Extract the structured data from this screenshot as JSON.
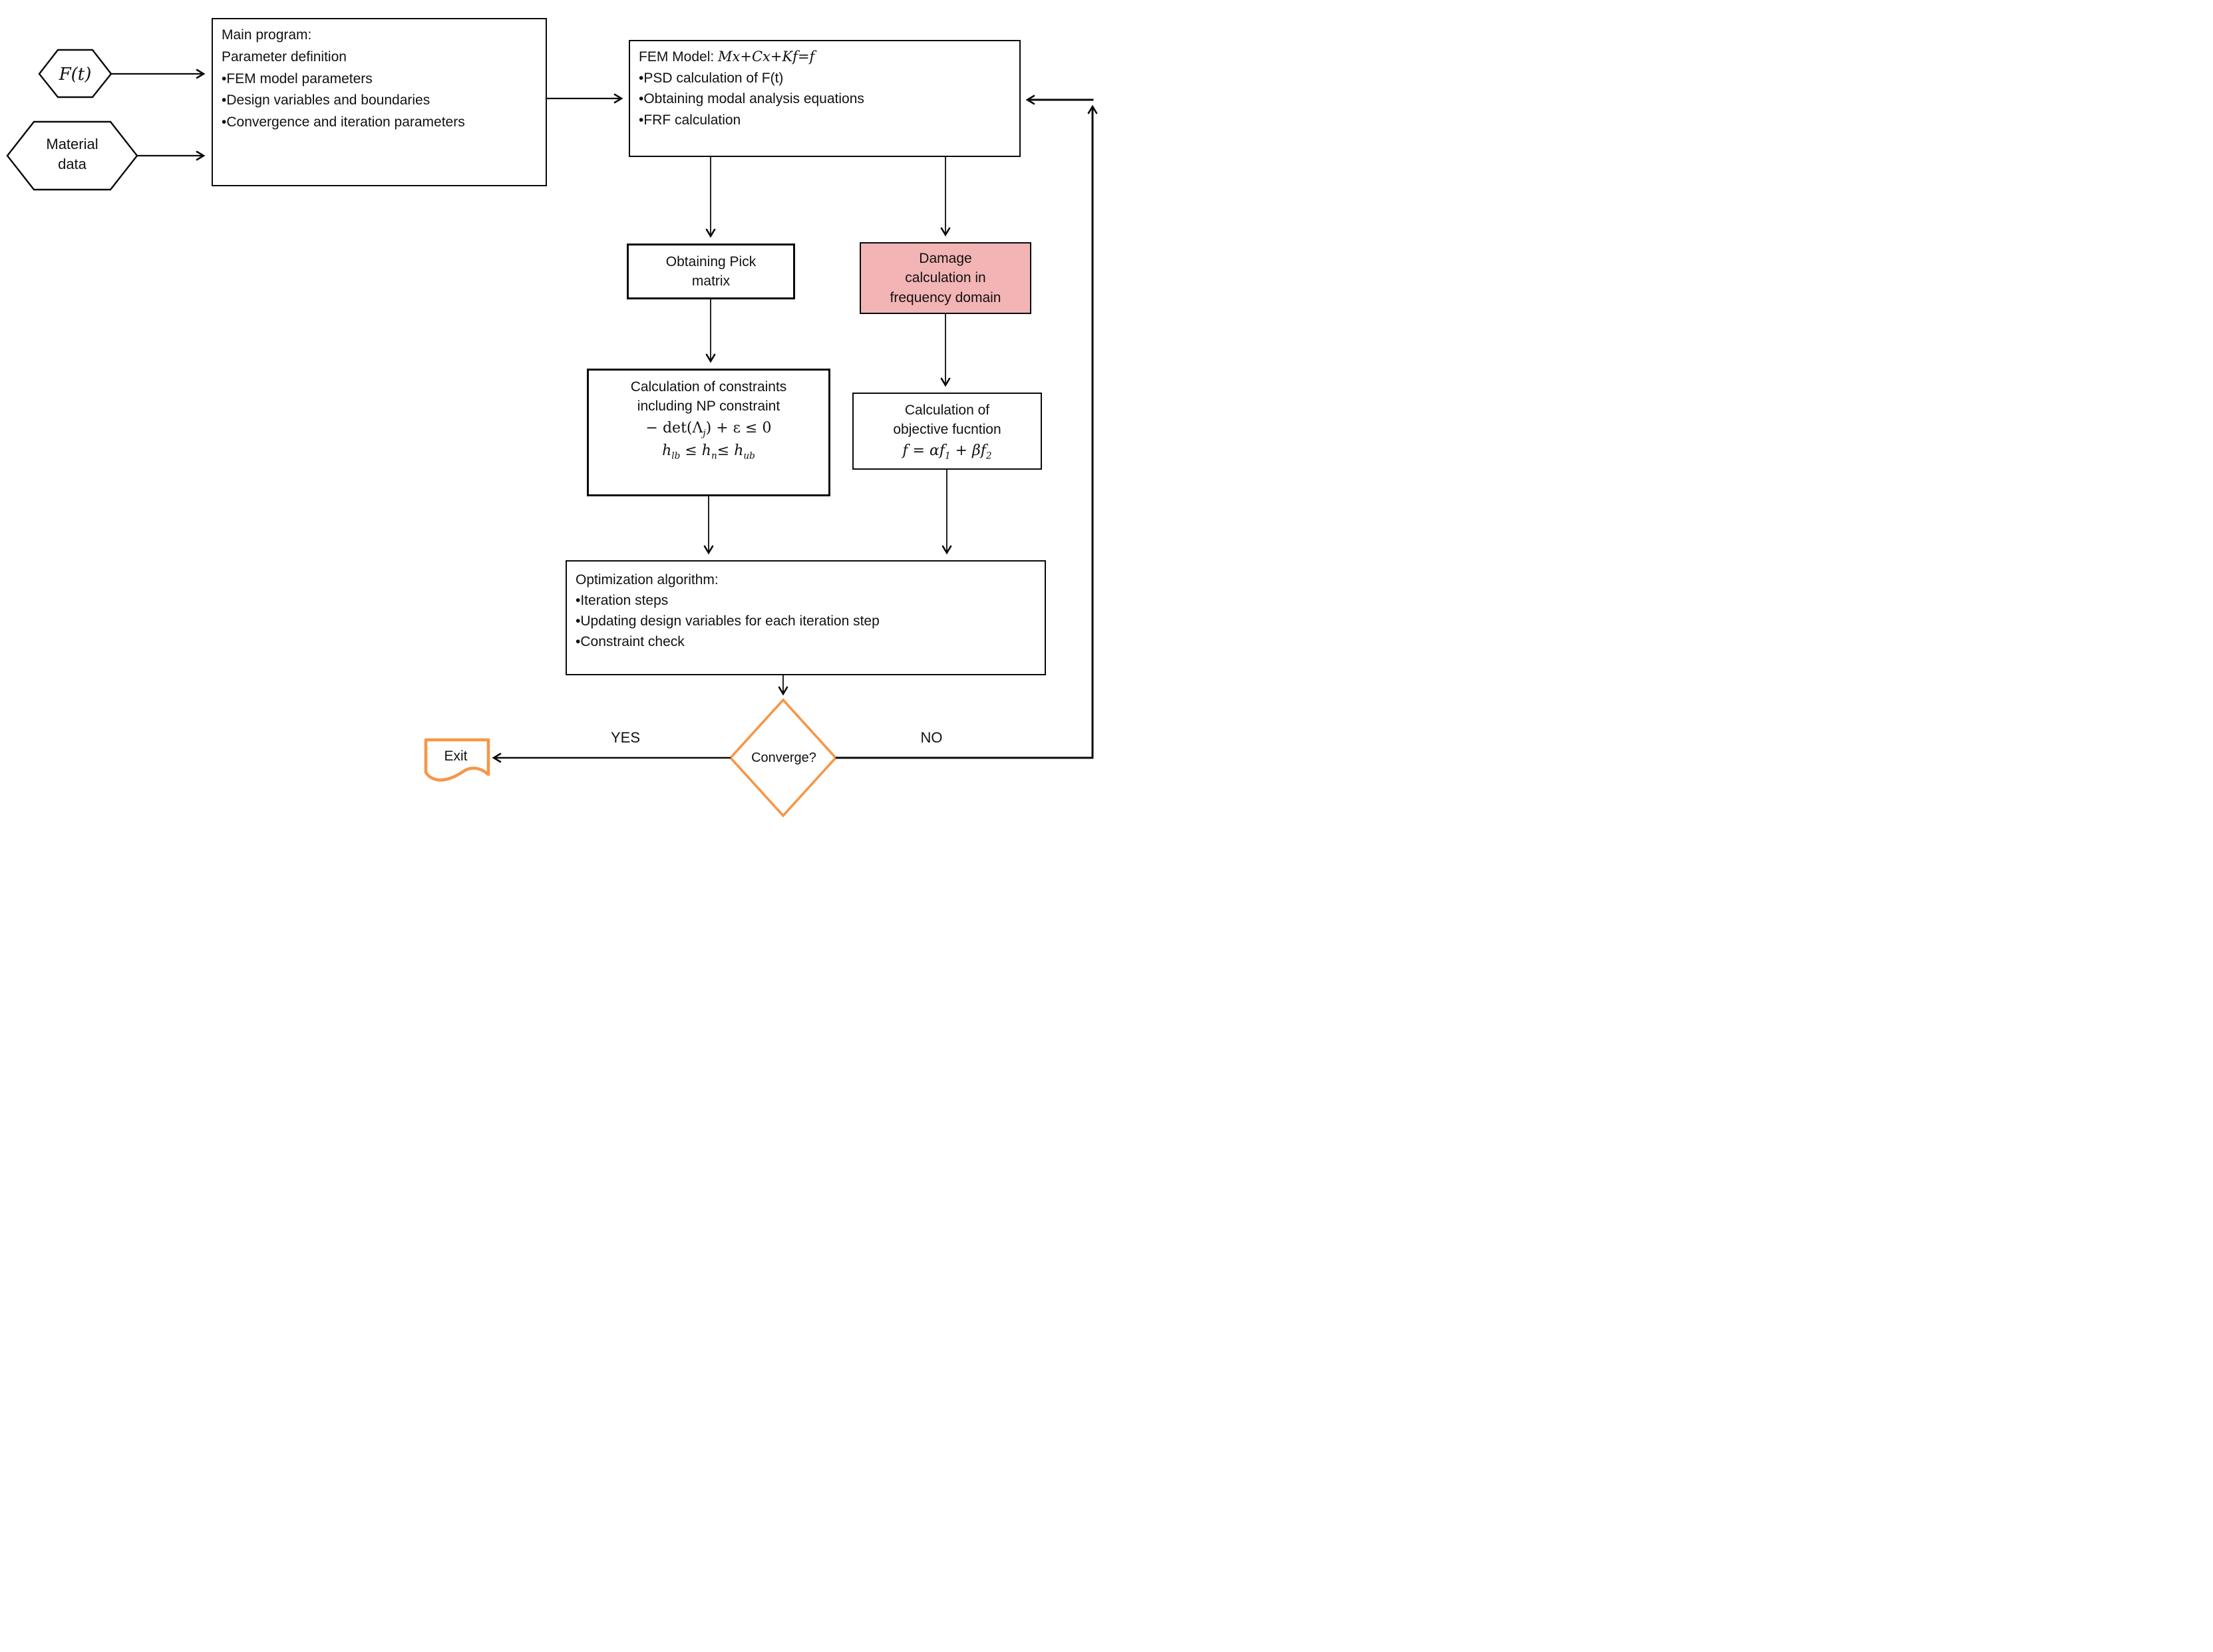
{
  "colors": {
    "accent_orange": "#F79646",
    "damage_pink": "#F2B4B4",
    "line_black": "#0a0a0a"
  },
  "ft_hexagon": {
    "label": "F(t)"
  },
  "material_hexagon": {
    "line1": "Material",
    "line2": "data"
  },
  "main_program": {
    "title": "Main program:",
    "subtitle": "Parameter definition",
    "bullets": [
      "•FEM model parameters",
      "•Design variables and boundaries",
      "•Convergence and iteration parameters"
    ]
  },
  "fem_model": {
    "title_prefix": "FEM Model: ",
    "title_math": "Mx+Cx+Kf=f",
    "bullets": [
      "•PSD calculation of F(t)",
      "•Obtaining modal analysis equations",
      "•FRF calculation"
    ]
  },
  "pick_matrix": {
    "line1": "Obtaining Pick",
    "line2": "matrix"
  },
  "damage": {
    "line1": "Damage",
    "line2": "calculation in",
    "line3": "frequency domain"
  },
  "constraints": {
    "line1": "Calculation of constraints",
    "line2": "including NP constraint",
    "eq1": {
      "pre": "− det(Λ",
      "sub": "j",
      "post": ") + ε ≤ 0"
    },
    "eq2": {
      "v1": "h",
      "s1": "lb",
      "m1": " ≤ h",
      "s2": "n",
      "m2": "≤ h",
      "s3": "ub"
    }
  },
  "objective": {
    "line1": "Calculation of",
    "line2": "objective fucntion",
    "eq": {
      "p1": "f = αf",
      "s1": "1",
      "p2": " + βf",
      "s2": "2"
    }
  },
  "optimization": {
    "title": "Optimization algorithm:",
    "bullets": [
      "•Iteration steps",
      "•Updating design variables for each iteration step",
      "•Constraint check"
    ]
  },
  "decision": {
    "label": "Converge?",
    "yes": "YES",
    "no": "NO"
  },
  "exit": {
    "label": "Exit"
  }
}
